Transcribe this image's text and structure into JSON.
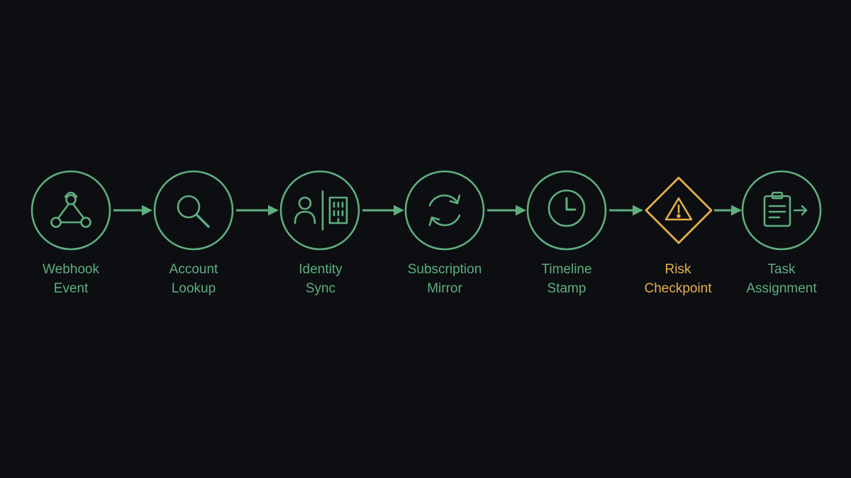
{
  "colors": {
    "background": "#0c0e12",
    "accent": "#5fae7e",
    "warning": "#e8b04a"
  },
  "steps": [
    {
      "line1": "Webhook",
      "line2": "Event",
      "icon": "webhook-icon",
      "status": "normal"
    },
    {
      "line1": "Account",
      "line2": "Lookup",
      "icon": "search-icon",
      "status": "normal"
    },
    {
      "line1": "Identity",
      "line2": "Sync",
      "icon": "person-building-icon",
      "status": "normal"
    },
    {
      "line1": "Subscription",
      "line2": "Mirror",
      "icon": "sync-arrows-icon",
      "status": "normal"
    },
    {
      "line1": "Timeline",
      "line2": "Stamp",
      "icon": "clock-icon",
      "status": "normal"
    },
    {
      "line1": "Risk",
      "line2": "Checkpoint",
      "icon": "warning-icon",
      "status": "warning"
    },
    {
      "line1": "Task",
      "line2": "Assignment",
      "icon": "clipboard-arrow-icon",
      "status": "normal"
    }
  ]
}
